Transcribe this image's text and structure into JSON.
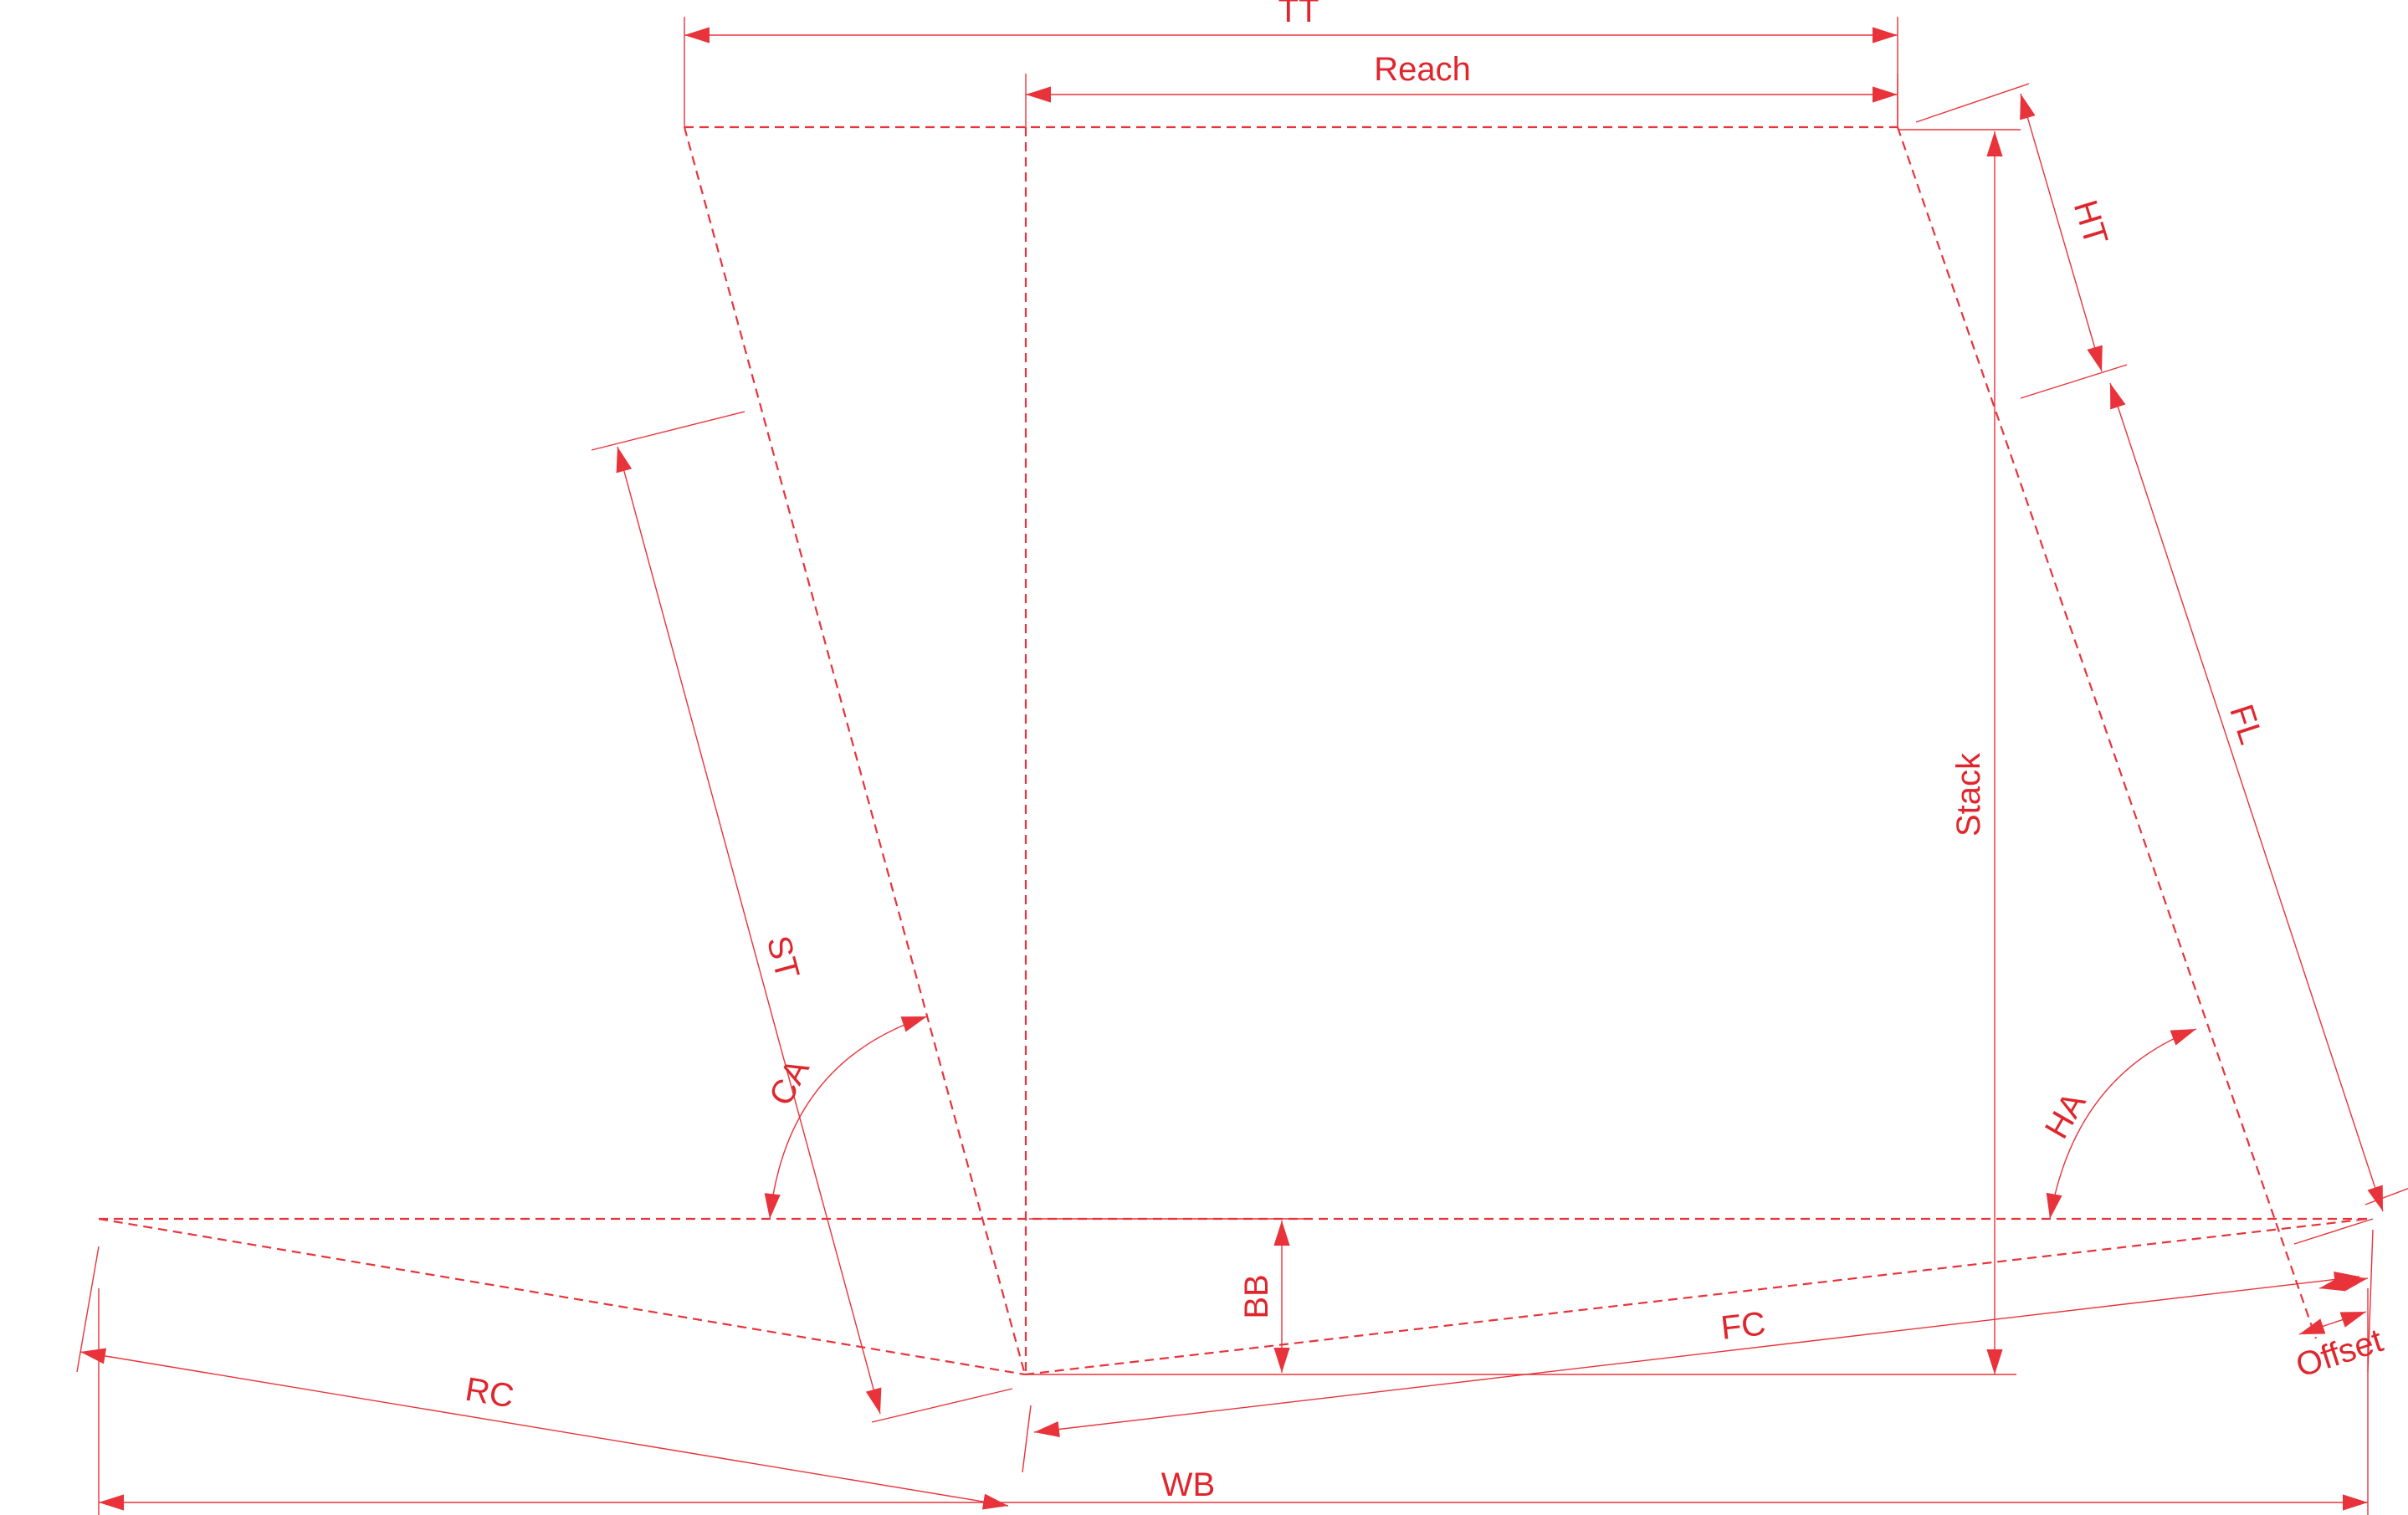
{
  "labels": {
    "tt": "TT",
    "reach": "Reach",
    "ht": "HT",
    "stack": "Stack",
    "fl": "FL",
    "st": "ST",
    "ca": "CA",
    "ha": "HA",
    "bb": "BB",
    "fc": "FC",
    "rc": "RC",
    "wb": "WB",
    "offset": "Offset"
  },
  "colors": {
    "line": "#e8333a",
    "text": "#e0262d",
    "background": "#ffffff"
  }
}
